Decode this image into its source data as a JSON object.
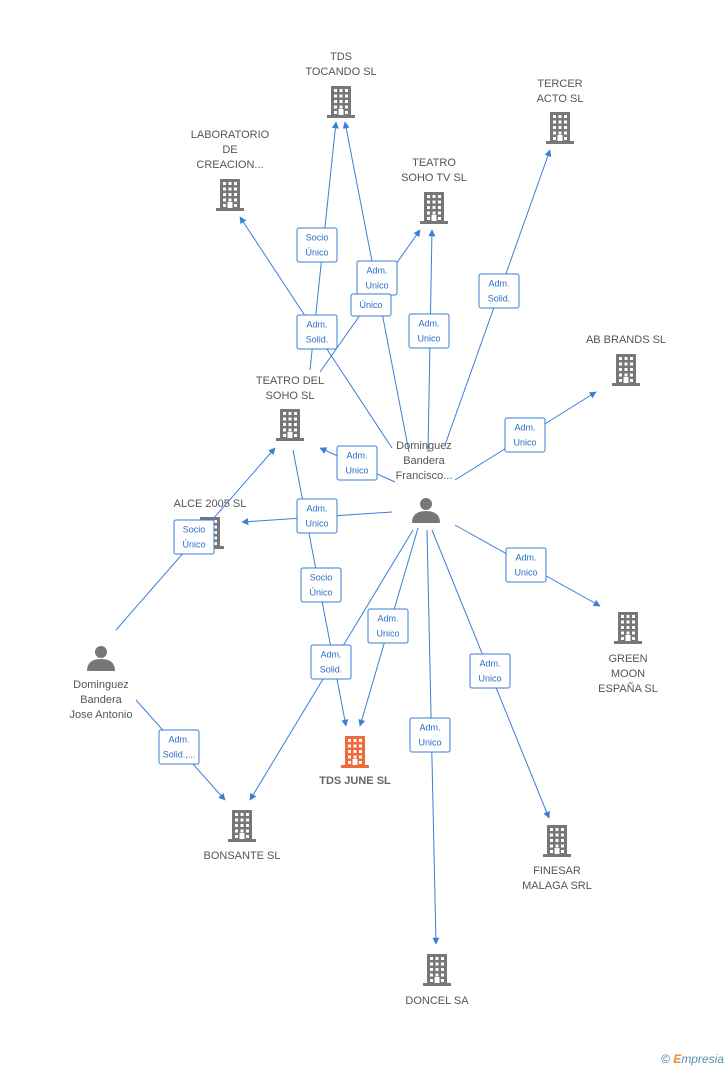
{
  "colors": {
    "edge": "#3a7fd5",
    "building": "#777777",
    "focus_building": "#f26a3b",
    "person": "#777777"
  },
  "nodes": [
    {
      "id": "tds_tocando",
      "type": "company",
      "lines": [
        "TDS",
        "TOCANDO  SL"
      ]
    },
    {
      "id": "tercer_acto",
      "type": "company",
      "lines": [
        "TERCER",
        "ACTO  SL"
      ]
    },
    {
      "id": "laboratorio",
      "type": "company",
      "lines": [
        "LABORATORIO",
        "DE",
        "CREACION..."
      ]
    },
    {
      "id": "teatro_soho_tv",
      "type": "company",
      "lines": [
        "TEATRO",
        "SOHO TV  SL"
      ]
    },
    {
      "id": "ab_brands",
      "type": "company",
      "lines": [
        "AB BRANDS SL"
      ]
    },
    {
      "id": "teatro_del_soho",
      "type": "company",
      "lines": [
        "TEATRO DEL",
        "SOHO  SL"
      ]
    },
    {
      "id": "alce_2005",
      "type": "company",
      "lines": [
        "ALCE 2005 SL"
      ]
    },
    {
      "id": "dominguez_francisco",
      "type": "person",
      "lines": [
        "Dominguez",
        "Bandera",
        "Francisco..."
      ]
    },
    {
      "id": "green_moon",
      "type": "company",
      "lines": [
        "GREEN",
        "MOON",
        "ESPAÑA SL"
      ]
    },
    {
      "id": "dominguez_jose",
      "type": "person",
      "lines": [
        "Dominguez",
        "Bandera",
        "Jose Antonio"
      ]
    },
    {
      "id": "tds_june",
      "type": "company",
      "focus": true,
      "lines": [
        "TDS JUNE  SL"
      ]
    },
    {
      "id": "bonsante",
      "type": "company",
      "lines": [
        "BONSANTE  SL"
      ]
    },
    {
      "id": "finesar",
      "type": "company",
      "lines": [
        "FINESAR",
        "MALAGA SRL"
      ]
    },
    {
      "id": "doncel",
      "type": "company",
      "lines": [
        "DONCEL SA"
      ]
    }
  ],
  "edges": [
    {
      "from": "teatro_del_soho",
      "to": "tds_tocando",
      "label": [
        "Socio",
        "Único"
      ]
    },
    {
      "from": "dominguez_francisco",
      "to": "tds_tocando",
      "label": [
        "Adm.",
        "Unico"
      ]
    },
    {
      "from": "teatro_del_soho",
      "to": "teatro_soho_tv",
      "label": [
        "Único"
      ]
    },
    {
      "from": "dominguez_francisco",
      "to": "laboratorio",
      "label": [
        "Adm.",
        "Solid."
      ]
    },
    {
      "from": "dominguez_francisco",
      "to": "teatro_soho_tv",
      "label": [
        "Adm.",
        "Unico"
      ]
    },
    {
      "from": "dominguez_francisco",
      "to": "tercer_acto",
      "label": [
        "Adm.",
        "Solid."
      ]
    },
    {
      "from": "dominguez_francisco",
      "to": "ab_brands",
      "label": [
        "Adm.",
        "Unico"
      ]
    },
    {
      "from": "dominguez_francisco",
      "to": "teatro_del_soho",
      "label": [
        "Adm.",
        "Unico"
      ]
    },
    {
      "from": "dominguez_francisco",
      "to": "alce_2005",
      "label": [
        "Adm.",
        "Unico"
      ]
    },
    {
      "from": "dominguez_jose",
      "to": "teatro_del_soho",
      "label": [
        "Socio",
        "Único"
      ]
    },
    {
      "from": "teatro_del_soho",
      "to": "tds_june",
      "label": [
        "Socio",
        "Único"
      ]
    },
    {
      "from": "dominguez_francisco",
      "to": "tds_june",
      "label": [
        "Adm.",
        "Unico"
      ]
    },
    {
      "from": "dominguez_francisco",
      "to": "bonsante",
      "label": [
        "Adm.",
        "Solid."
      ]
    },
    {
      "from": "dominguez_francisco",
      "to": "green_moon",
      "label": [
        "Adm.",
        "Unico"
      ]
    },
    {
      "from": "dominguez_francisco",
      "to": "finesar",
      "label": [
        "Adm.",
        "Unico"
      ]
    },
    {
      "from": "dominguez_francisco",
      "to": "doncel",
      "label": [
        "Adm.",
        "Unico"
      ]
    },
    {
      "from": "dominguez_jose",
      "to": "bonsante",
      "label": [
        "Adm.",
        "Solid.,..."
      ]
    }
  ],
  "footer": {
    "symbol": "©",
    "brand_first": "E",
    "brand_rest": "mpresia"
  }
}
